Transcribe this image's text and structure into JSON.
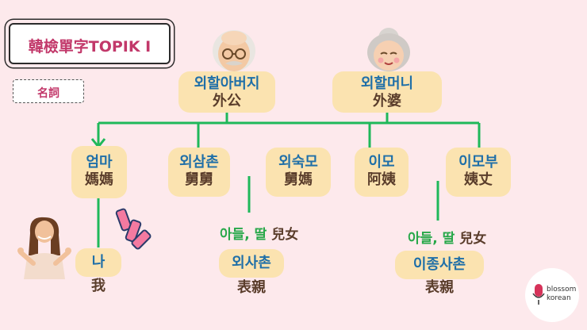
{
  "title": "韓檢單字TOPIK I",
  "tag": "名詞",
  "nodes": {
    "grandfather": {
      "hangul": "외할아버지",
      "hanja": "外公"
    },
    "grandmother": {
      "hangul": "외할머니",
      "hanja": "外婆"
    },
    "mom": {
      "hangul": "엄마",
      "hanja": "媽媽"
    },
    "uncle": {
      "hangul": "외삼촌",
      "hanja": "舅舅"
    },
    "uncle_wife": {
      "hangul": "외숙모",
      "hanja": "舅媽"
    },
    "aunt": {
      "hangul": "이모",
      "hanja": "阿姨"
    },
    "aunt_husband": {
      "hangul": "이모부",
      "hanja": "姨丈"
    },
    "me": {
      "hangul": "나",
      "hanja": "我"
    },
    "cousin_uncle": {
      "hangul": "외사촌",
      "hanja": "表親"
    },
    "cousin_aunt": {
      "hangul": "이종사촌",
      "hanja": "表親"
    }
  },
  "children_label_1": {
    "hangul": "아들, 딸",
    "hanja": "兒女"
  },
  "children_label_2": {
    "hangul": "아들, 딸",
    "hanja": "兒女"
  },
  "logo": {
    "name": "blossom korean",
    "line1": "blossom",
    "line2": "korean"
  },
  "colors": {
    "accent": "#c2386a",
    "line": "#1fb85a",
    "node": "#fbe3b0",
    "background": "#fde9ec"
  }
}
